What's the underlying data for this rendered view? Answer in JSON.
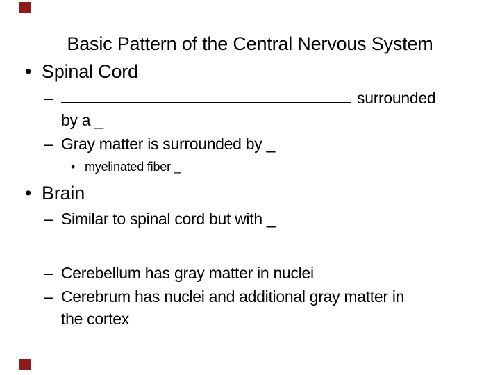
{
  "slide": {
    "title": "Basic Pattern of the Central Nervous System",
    "background_color": "#ffffff",
    "text_color": "#000000",
    "accent_color": "#8E1B1B",
    "corner_markers": [
      "top-left",
      "bottom-left"
    ],
    "bullets": {
      "spinal": {
        "marker": "•",
        "label": "Spinal Cord"
      },
      "blank_item": {
        "marker": "–",
        "after_blank": "surrounded",
        "line2": "by a _"
      },
      "gray": {
        "marker": "–",
        "label": "Gray matter is surrounded by _"
      },
      "myelinated": {
        "marker": "•",
        "label": "myelinated fiber _"
      },
      "brain": {
        "marker": "•",
        "label": "Brain"
      },
      "similar": {
        "marker": "–",
        "label": "Similar to spinal cord but with _"
      },
      "cerebellum": {
        "marker": "–",
        "label": "Cerebellum has gray matter in nuclei"
      },
      "cerebrum": {
        "marker": "–",
        "label": "Cerebrum has nuclei and additional gray matter in",
        "line2": "the cortex"
      }
    }
  }
}
